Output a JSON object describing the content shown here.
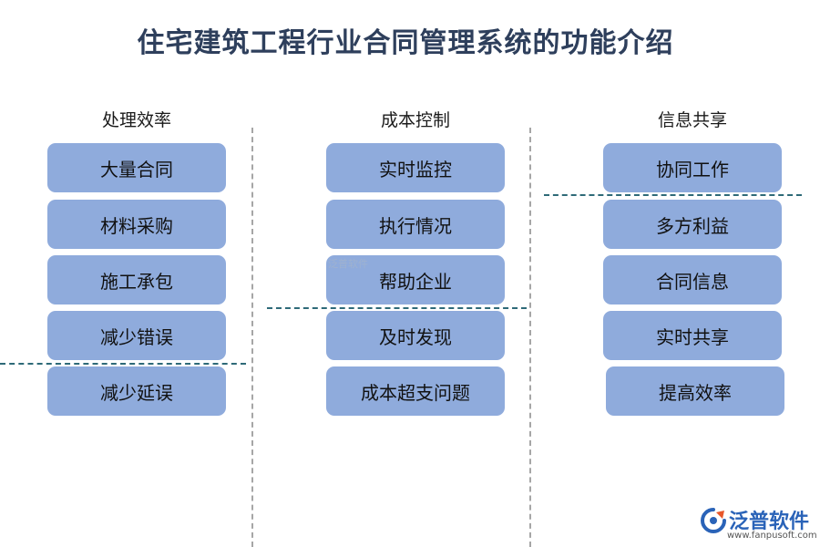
{
  "title": "住宅建筑工程行业合同管理系统的功能介绍",
  "columns": [
    {
      "heading": "处理效率",
      "items": [
        "大量合同",
        "材料采购",
        "施工承包",
        "减少错误",
        "减少延误"
      ]
    },
    {
      "heading": "成本控制",
      "items": [
        "实时监控",
        "执行情况",
        "帮助企业",
        "及时发现",
        "成本超支问题"
      ]
    },
    {
      "heading": "信息共享",
      "items": [
        "协同工作",
        "多方利益",
        "合同信息",
        "实时共享",
        "提高效率"
      ]
    }
  ],
  "watermark": "泛普软件",
  "logo": {
    "name": "泛普软件",
    "url": "www.fanpusoft.com"
  },
  "colors": {
    "box_fill": "#8fabdc",
    "title": "#2e3f5c",
    "divider": "#a6a6a6",
    "separator": "#2e6a78",
    "logo": "#2a63b8",
    "logo_accent": "#e8572a"
  }
}
